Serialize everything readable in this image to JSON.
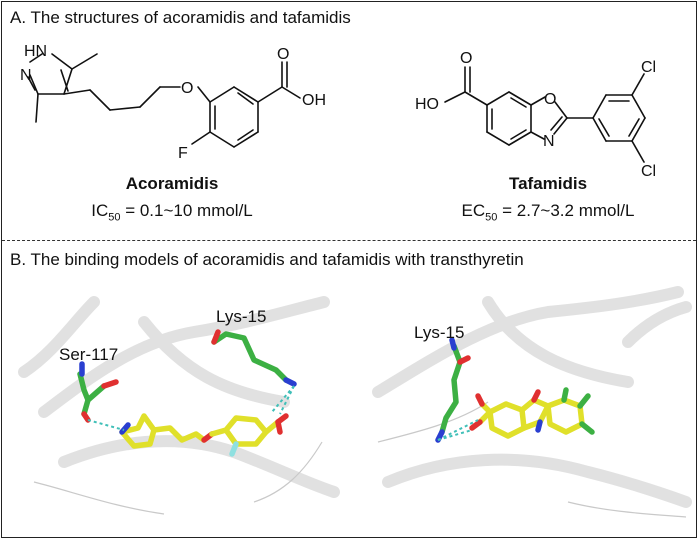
{
  "panel_a": {
    "title": "A. The structures of acoramidis and tafamidis",
    "acoramidis": {
      "name": "Acoramidis",
      "activity_prefix": "IC",
      "activity_sub": "50",
      "activity_value": " = 0.1~10 mmol/L",
      "atoms": {
        "hn": "HN",
        "n": "N",
        "o_ether": "O",
        "o_carbonyl": "O",
        "oh": "OH",
        "f": "F"
      }
    },
    "tafamidis": {
      "name": "Tafamidis",
      "activity_prefix": "EC",
      "activity_sub": "50",
      "activity_value": " = 2.7~3.2 mmol/L",
      "atoms": {
        "o_carbonyl": "O",
        "ho": "HO",
        "o_ring": "O",
        "n_ring": "N",
        "cl_top": "Cl",
        "cl_bottom": "Cl"
      }
    }
  },
  "panel_b": {
    "title": "B. The binding models of acoramidis and tafamidis with transthyretin",
    "left": {
      "labels": {
        "ser": "Ser-117",
        "lys": "Lys-15"
      }
    },
    "right": {
      "labels": {
        "lys": "Lys-15"
      }
    }
  },
  "colors": {
    "ligand": "#e0e02a",
    "residue": "#3cb043",
    "oxygen": "#e03030",
    "nitrogen": "#2a3fd0",
    "fluorine": "#8fe0e0",
    "chlorine": "#3cb043",
    "hbond": "#3fbfb8",
    "ribbon": "#d8d8d8"
  }
}
